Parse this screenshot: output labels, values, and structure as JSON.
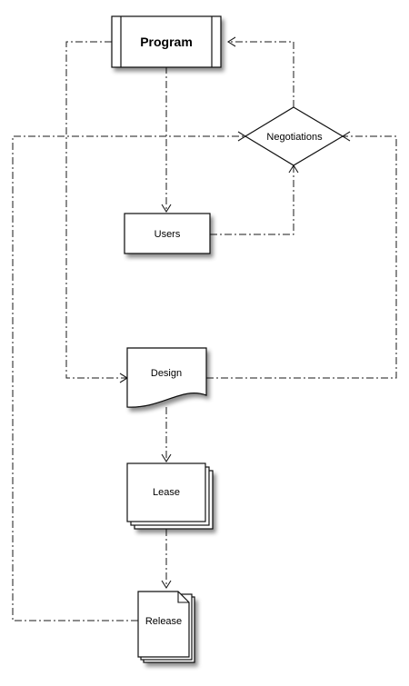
{
  "diagram": {
    "nodes": {
      "program": {
        "label": "Program",
        "shape": "predefined-process"
      },
      "negotiations": {
        "label": "Negotiations",
        "shape": "decision"
      },
      "users": {
        "label": "Users",
        "shape": "process"
      },
      "design": {
        "label": "Design",
        "shape": "document"
      },
      "lease": {
        "label": "Lease",
        "shape": "multi-document"
      },
      "release": {
        "label": "Release",
        "shape": "multi-page"
      }
    },
    "edges": [
      {
        "from": "Program",
        "to": "Users"
      },
      {
        "from": "Program",
        "to": "Design"
      },
      {
        "from": "Users",
        "to": "Negotiations"
      },
      {
        "from": "Negotiations",
        "to": "Program"
      },
      {
        "from": "Design",
        "to": "Negotiations"
      },
      {
        "from": "Design",
        "to": "Lease"
      },
      {
        "from": "Lease",
        "to": "Release"
      },
      {
        "from": "Release",
        "to": "Negotiations"
      }
    ],
    "line_style": "dash-dot",
    "colors": {
      "stroke": "#111111",
      "fill": "#ffffff",
      "shadow": "#000000"
    }
  }
}
